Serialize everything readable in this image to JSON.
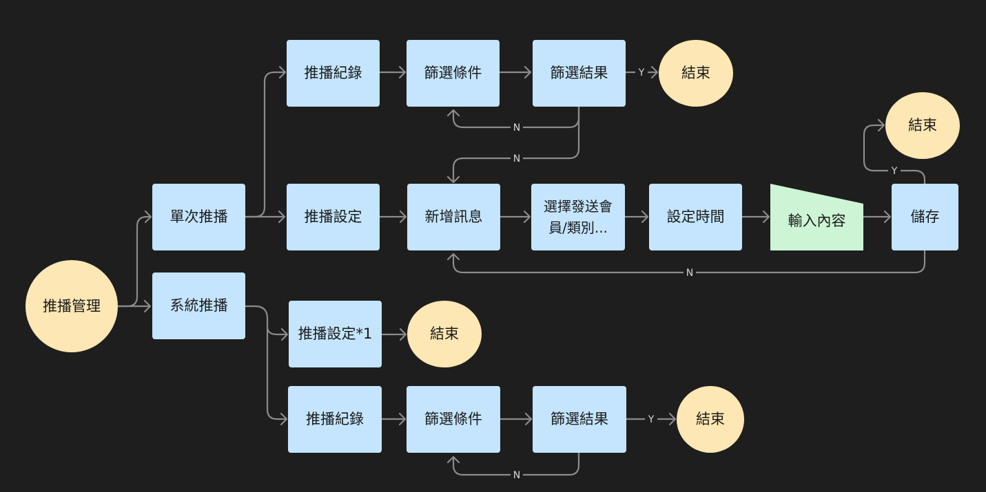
{
  "colors": {
    "background": "#1e1e1e",
    "process": "#c4e5fd",
    "terminal": "#fde7b4",
    "input": "#cdf4d4",
    "connector": "#8c8c8c",
    "label_text": "#d8d8d8"
  },
  "nodes": {
    "push_mgmt": "推播管理",
    "single_push": "單次推播",
    "system_push": "系統推播",
    "record_1": "推播紀錄",
    "filter_cond_1": "篩選條件",
    "filter_result_1": "篩選結果",
    "end_1": "結束",
    "push_setting": "推播設定",
    "add_message": "新增訊息",
    "select_member": "選擇發送會\n員/類別...",
    "set_time": "設定時間",
    "input_content": "輸入內容",
    "save": "儲存",
    "end_save": "結束",
    "push_setting_1": "推播設定*1",
    "end_2": "結束",
    "record_2": "推播紀錄",
    "filter_cond_2": "篩選條件",
    "filter_result_2": "篩選結果",
    "end_3": "結束"
  },
  "edge_labels": {
    "y1": "Y",
    "n1": "N",
    "n2": "N",
    "y_save": "Y",
    "n_save": "N",
    "y3": "Y",
    "n3": "N"
  }
}
